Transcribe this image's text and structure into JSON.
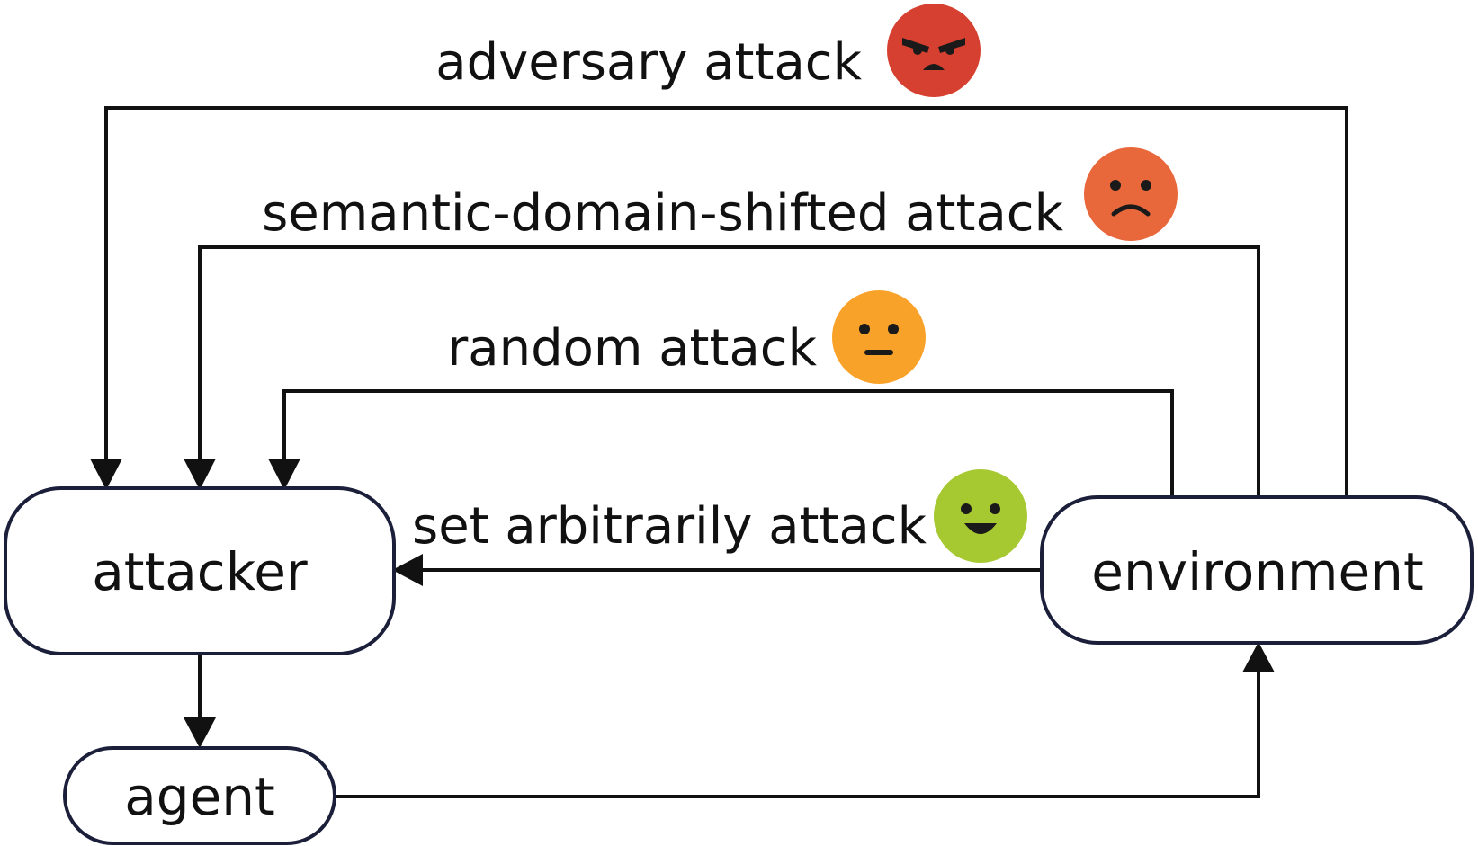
{
  "diagram": {
    "nodes": {
      "attacker": {
        "label": "attacker"
      },
      "environment": {
        "label": "environment"
      },
      "agent": {
        "label": "agent"
      }
    },
    "attacks": [
      {
        "id": "adversary",
        "label": "adversary attack",
        "emoji": "angry-face-icon",
        "color": "#d64030"
      },
      {
        "id": "semantic",
        "label": "semantic-domain-shifted attack",
        "emoji": "frowning-face-icon",
        "color": "#e8683c"
      },
      {
        "id": "random",
        "label": "random attack",
        "emoji": "neutral-face-icon",
        "color": "#f9a22a"
      },
      {
        "id": "arbitrary",
        "label": "set arbitrarily attack",
        "emoji": "smiling-face-icon",
        "color": "#a6c830"
      }
    ]
  }
}
